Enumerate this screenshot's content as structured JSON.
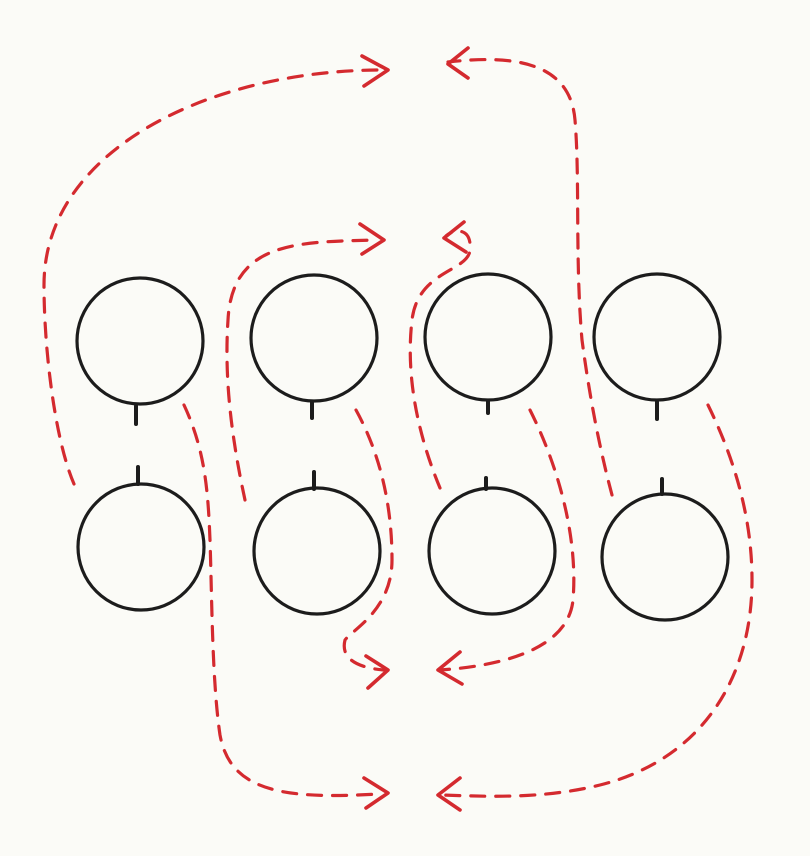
{
  "colors": {
    "ink": "#1c1c1c",
    "accent": "#d42a2f",
    "paper": "#fbfbf7"
  },
  "diagram": {
    "grid": {
      "rows": 2,
      "columns": 4
    },
    "nodes": [
      {
        "id": "top-1"
      },
      {
        "id": "top-2"
      },
      {
        "id": "top-3"
      },
      {
        "id": "top-4"
      },
      {
        "id": "bottom-1"
      },
      {
        "id": "bottom-2"
      },
      {
        "id": "bottom-3"
      },
      {
        "id": "bottom-4"
      }
    ],
    "connectors": [
      {
        "id": "outer-left",
        "style": "dashed",
        "arrowhead": "right"
      },
      {
        "id": "inner-left",
        "style": "dashed",
        "arrowhead": "right"
      },
      {
        "id": "inner-right",
        "style": "dashed",
        "arrowhead": "left"
      },
      {
        "id": "outer-right",
        "style": "dashed",
        "arrowhead": "left"
      }
    ]
  }
}
